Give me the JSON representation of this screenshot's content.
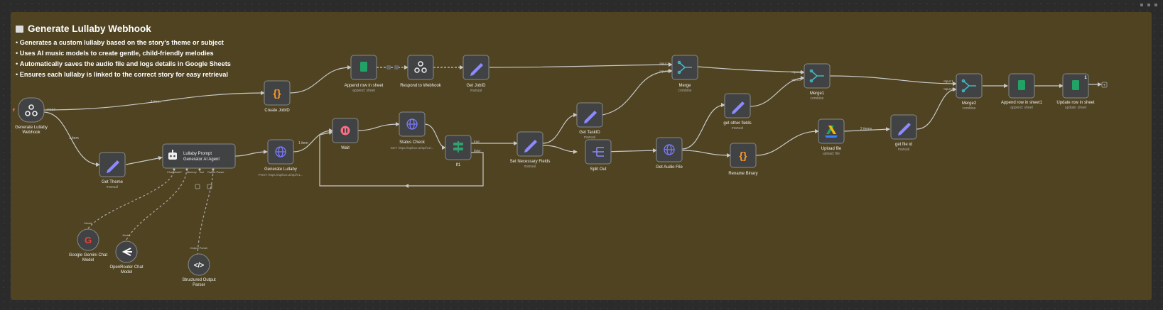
{
  "note": {
    "title": "Generate Lullaby Webhook",
    "bullets": [
      "Generates a custom lullaby based on the story's theme or subject",
      "Uses AI music models to create gentle, child-friendly melodies",
      "Automatically saves the audio file and logs details in Google Sheets",
      "Ensures each lullaby is linked to the correct story for easy retrieval"
    ]
  },
  "nodes": {
    "webhook": {
      "name": "Generate Lullaby",
      "name2": "Webhook",
      "badge": "POST",
      "icon": "webhook-icon"
    },
    "create_jobid": {
      "name": "Create JobID",
      "icon": "code-braces-icon"
    },
    "append_row": {
      "name": "Append row in sheet",
      "sub": "append: sheet",
      "icon": "google-sheets-icon"
    },
    "respond": {
      "name": "Respond to Webhook",
      "icon": "webhook-icon"
    },
    "get_jobid": {
      "name": "Get JobID",
      "sub": "manual",
      "icon": "pencil-icon"
    },
    "merge": {
      "name": "Merge",
      "sub": "combine",
      "icon": "merge-icon",
      "in1": "Input 1",
      "in2": "Input 2"
    },
    "merge1": {
      "name": "Merge1",
      "sub": "combine",
      "icon": "merge-icon",
      "in1": "Input 1",
      "in2": "Input 2"
    },
    "merge2": {
      "name": "Merge2",
      "sub": "combine",
      "icon": "merge-icon",
      "in1": "Input 1",
      "in2": "Input 2"
    },
    "append_row1": {
      "name": "Append row in sheet1",
      "sub": "append: sheet",
      "icon": "google-sheets-icon"
    },
    "update_row": {
      "name": "Update row in sheet",
      "sub": "update: sheet",
      "icon": "google-sheets-icon",
      "count": "1"
    },
    "get_theme": {
      "name": "Get Theme",
      "sub": "manual",
      "icon": "pencil-icon"
    },
    "agent": {
      "name": "Lullaby Prompt",
      "name2": "Generator AI Agent",
      "icon": "robot-icon",
      "port1": "Chat Model*",
      "port2": "Memory",
      "port3": "Tool",
      "port4": "Output Parser"
    },
    "gen_lullaby": {
      "name": "Generate Lullaby",
      "sub": "POST: https://apibox.ai/api/v1...",
      "icon": "globe-icon"
    },
    "wait": {
      "name": "Wait",
      "icon": "pause-icon"
    },
    "status_check": {
      "name": "Status Check",
      "sub": "GET: https://apibox.ai/api/v1/...",
      "icon": "globe-icon"
    },
    "if1": {
      "name": "If1",
      "icon": "if-icon",
      "true_label": "true",
      "false_label": "false"
    },
    "set_fields": {
      "name": "Set Necessary Fields",
      "sub": "manual",
      "icon": "pencil-icon"
    },
    "get_taskid": {
      "name": "Get TaskID",
      "sub": "manual",
      "icon": "pencil-icon"
    },
    "split_out": {
      "name": "Split Out",
      "icon": "split-out-icon"
    },
    "get_audio": {
      "name": "Get Audio File",
      "icon": "globe-icon"
    },
    "get_other": {
      "name": "get other fields",
      "sub": "manual",
      "icon": "pencil-icon"
    },
    "rename_binary": {
      "name": "Rename Binary",
      "icon": "code-braces-icon"
    },
    "upload_file": {
      "name": "Upload file",
      "sub": "upload: file",
      "icon": "google-drive-icon"
    },
    "get_file_id": {
      "name": "get file id",
      "sub": "manual",
      "icon": "pencil-icon"
    },
    "gemini": {
      "name": "Google Gemini Chat",
      "name2": "Model",
      "port": "Model",
      "icon": "google-icon"
    },
    "openrouter": {
      "name": "OpenRouter Chat",
      "name2": "Model",
      "port": "Model",
      "icon": "openrouter-icon"
    },
    "parser": {
      "name": "Structured Output",
      "name2": "Parser",
      "port": "Output Parser",
      "icon": "code-tag-icon"
    }
  },
  "edges": {
    "item1": "1 item",
    "item2": "1 item",
    "item3": "1 item",
    "items2": "2 items"
  },
  "colors": {
    "sticky": "#4f4322",
    "node_bg": "#414244",
    "edge": "#c8c8c8",
    "sheets": "#21a366",
    "pencil": "#8d8aff",
    "merge": "#3fb8c4",
    "code": "#ff9b26",
    "globe": "#7b7bff",
    "wait": "#ff6b81",
    "if": "#31a06d"
  }
}
